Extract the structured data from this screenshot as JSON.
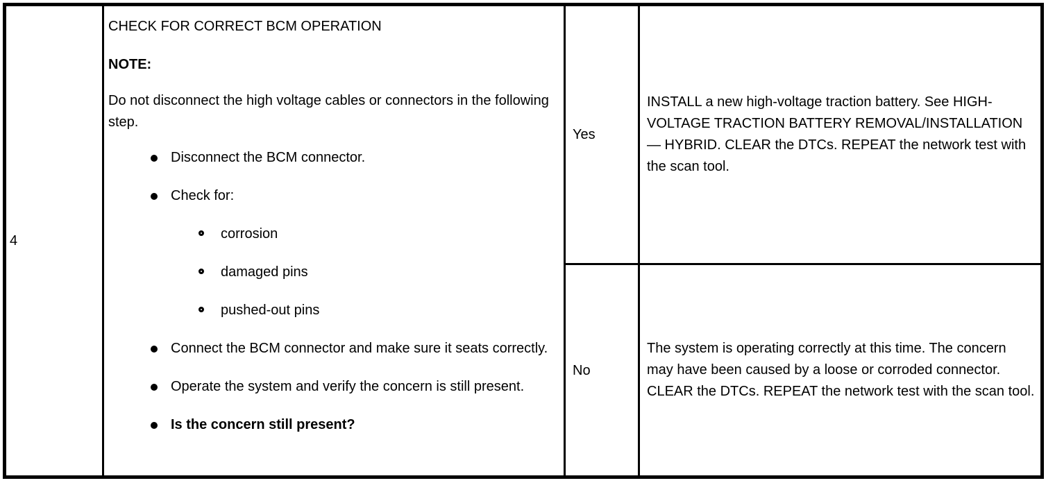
{
  "table": {
    "step": {
      "number": "4"
    },
    "procedure": {
      "title": "CHECK FOR CORRECT BCM OPERATION",
      "note_heading": "NOTE:",
      "note_body": "Do not disconnect the high voltage cables or connectors in the following step.",
      "bullets": [
        {
          "text": "Disconnect the BCM connector.",
          "bold": false,
          "sub_bullets": []
        },
        {
          "text": "Check for:",
          "bold": false,
          "sub_bullets": [
            "corrosion",
            "damaged pins",
            "pushed-out pins"
          ]
        },
        {
          "text": "Connect the BCM connector and make sure it seats correctly.",
          "bold": false,
          "sub_bullets": []
        },
        {
          "text": "Operate the system and verify the concern is still present.",
          "bold": false,
          "sub_bullets": []
        },
        {
          "text": "Is the concern still present?",
          "bold": true,
          "sub_bullets": []
        }
      ]
    },
    "results": [
      {
        "label": "Yes",
        "action": "INSTALL a new high-voltage traction battery. See HIGH-VOLTAGE TRACTION BATTERY REMOVAL/INSTALLATION — HYBRID. CLEAR the DTCs. REPEAT the network test with the scan tool."
      },
      {
        "label": "No",
        "action": "The system is operating correctly at this time. The concern may have been caused by a loose or corroded connector. CLEAR the DTCs. REPEAT the network test with the scan tool."
      }
    ]
  },
  "colors": {
    "border": "#000000",
    "text": "#000000",
    "background": "#ffffff"
  }
}
